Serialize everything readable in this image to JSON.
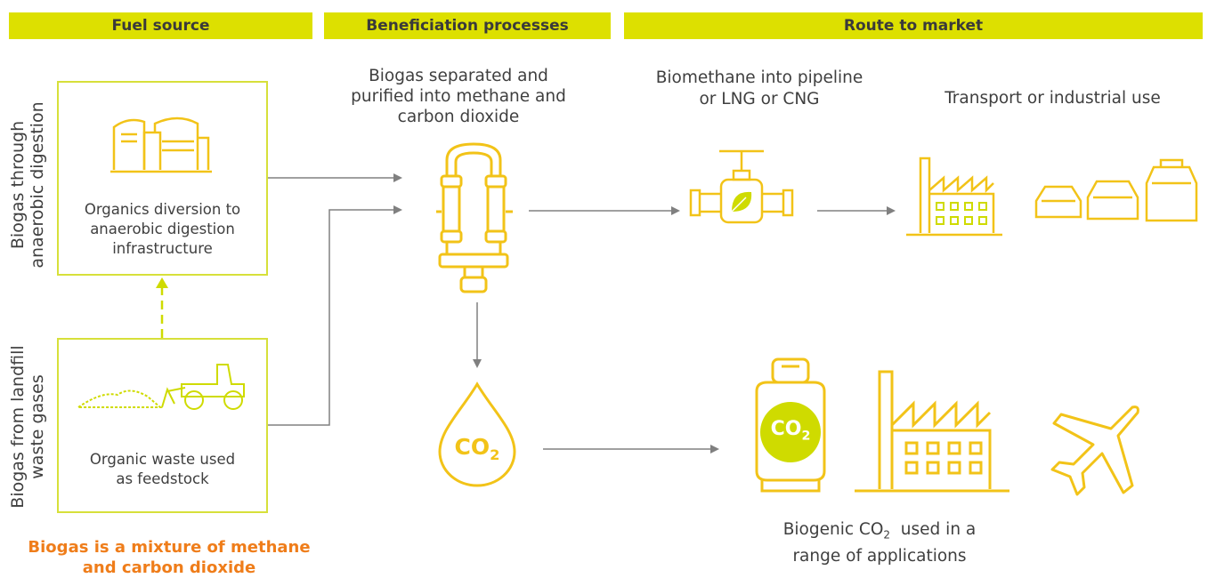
{
  "headers": {
    "fuel_source": "Fuel source",
    "beneficiation": "Beneficiation processes",
    "route_to_market": "Route to market"
  },
  "side_labels": {
    "anaerobic_line1": "Biogas through",
    "anaerobic_line2": "anaerobic digestion",
    "landfill_line1": "Biogas from landfill",
    "landfill_line2": "waste gases"
  },
  "boxes": {
    "anaerobic_line1": "Organics diversion to",
    "anaerobic_line2": "anaerobic digestion",
    "anaerobic_line3": "infrastructure",
    "landfill_line1": "Organic waste used",
    "landfill_line2": "as feedstock"
  },
  "process": {
    "line1": "Biogas separated and",
    "line2": "purified into methane and",
    "line3": "carbon dioxide",
    "co2_drop": "CO",
    "co2_drop_sub": "2"
  },
  "market": {
    "pipeline_line1": "Biomethane into pipeline",
    "pipeline_line2": "or LNG or CNG",
    "transport": "Transport or industrial use",
    "biogenic_prefix": "Biogenic CO",
    "biogenic_sub": "2",
    "biogenic_suffix": "  used in a",
    "biogenic_line2": "range of applications",
    "tank_label": "CO",
    "tank_sub": "2"
  },
  "footnote": {
    "line1": "Biogas is a mixture of methane",
    "line2": "and carbon dioxide"
  },
  "icons": [
    "digester-tanks-icon",
    "bulldozer-icon",
    "separator-unit-icon",
    "co2-drop-icon",
    "pipeline-valve-icon",
    "factory-icon",
    "cars-icon",
    "co2-tank-icon",
    "factory-large-icon",
    "airplane-icon"
  ],
  "colors": {
    "header_bg": "#dde000",
    "box_border": "#d7e03a",
    "icon_yellow": "#f2c318",
    "lime": "#cfdb00",
    "orange_text": "#ef7d1a",
    "arrow": "#808080"
  }
}
